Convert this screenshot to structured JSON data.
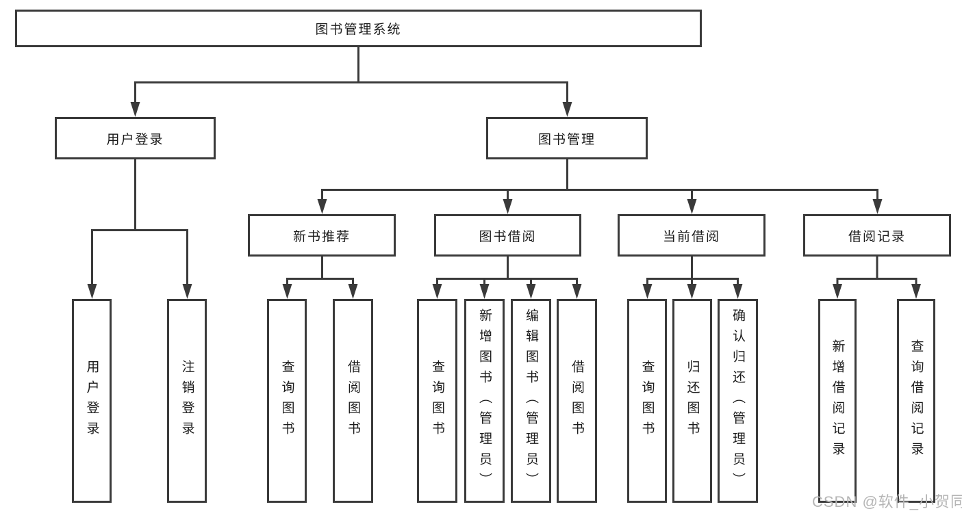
{
  "diagram": {
    "root": {
      "label": "图书管理系统"
    },
    "branches": [
      {
        "label": "用户登录",
        "children": [
          {
            "label": "用户登录"
          },
          {
            "label": "注销登录"
          }
        ]
      },
      {
        "label": "图书管理",
        "children": [
          {
            "label": "新书推荐",
            "children": [
              {
                "label": "查询图书"
              },
              {
                "label": "借阅图书"
              }
            ]
          },
          {
            "label": "图书借阅",
            "children": [
              {
                "label": "查询图书"
              },
              {
                "label": "新增图书（管理员）"
              },
              {
                "label": "编辑图书（管理员）"
              },
              {
                "label": "借阅图书"
              }
            ]
          },
          {
            "label": "当前借阅",
            "children": [
              {
                "label": "查询图书"
              },
              {
                "label": "归还图书"
              },
              {
                "label": "确认归还（管理员）"
              }
            ]
          },
          {
            "label": "借阅记录",
            "children": [
              {
                "label": "新增借阅记录"
              },
              {
                "label": "查询借阅记录"
              }
            ]
          }
        ]
      }
    ],
    "watermark": "CSDN @软件_小贺同学",
    "colors": {
      "line": "#3a3a3a",
      "box_border": "#3a3a3a",
      "text": "#1c1c1c",
      "watermark": "#b5b5b5",
      "background": "#ffffff"
    }
  }
}
